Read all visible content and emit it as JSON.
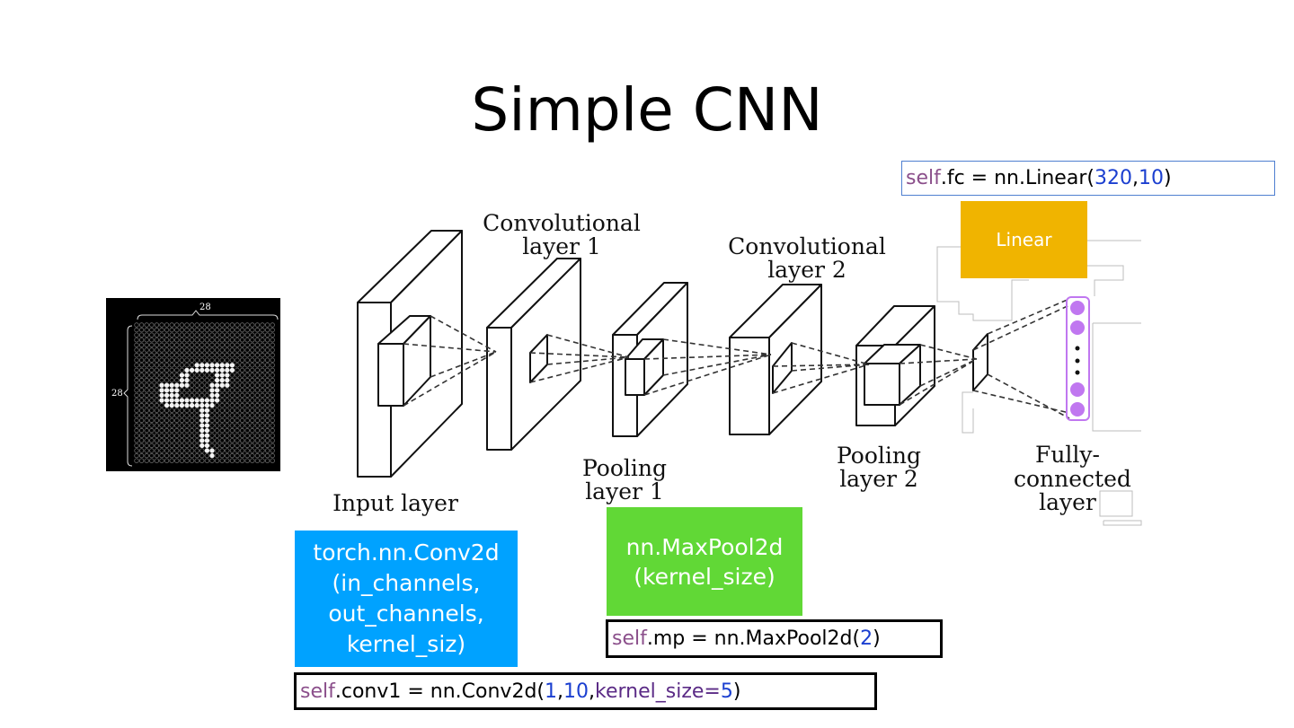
{
  "title": "Simple CNN",
  "image": {
    "name": "MNIST digit input",
    "width_label": "28",
    "height_label": "28",
    "digit": "4"
  },
  "labels": {
    "input": "Input layer",
    "conv1_a": "Convolutional",
    "conv1_b": "layer 1",
    "pool1_a": "Pooling",
    "pool1_b": "layer 1",
    "conv2_a": "Convolutional",
    "conv2_b": "layer 2",
    "pool2_a": "Pooling",
    "pool2_b": "layer 2",
    "fc_a": "Fully-",
    "fc_b": "connected",
    "fc_c": "layer"
  },
  "callouts": {
    "conv": {
      "lines": [
        "torch.nn.Conv2d",
        "(in_channels,",
        "out_channels,",
        "kernel_siz)"
      ],
      "color": "#00a2ff"
    },
    "pool": {
      "lines": [
        "nn.MaxPool2d",
        "(kernel_size)"
      ],
      "color": "#61d836"
    },
    "linear": {
      "label": "Linear",
      "color": "#f0b400"
    }
  },
  "code": {
    "fc": {
      "self": "self",
      "rest": ".fc = nn.Linear(",
      "a": "320",
      "sep": ", ",
      "b": "10",
      "end": ")"
    },
    "mp": {
      "self": "self",
      "rest": ".mp = nn.MaxPool2d(",
      "a": "2",
      "end": ")"
    },
    "conv1": {
      "self": "self",
      "rest": ".conv1 = nn.Conv2d(",
      "a": "1",
      "sep1": ", ",
      "b": "10",
      "sep2": ", ",
      "kwarg": "kernel_size",
      "eq": "=",
      "c": "5",
      "end": ")"
    }
  },
  "colors": {
    "neuron": "#c077f0",
    "code_keyword": "#8b4f8b",
    "code_number": "#1b3fd0"
  }
}
